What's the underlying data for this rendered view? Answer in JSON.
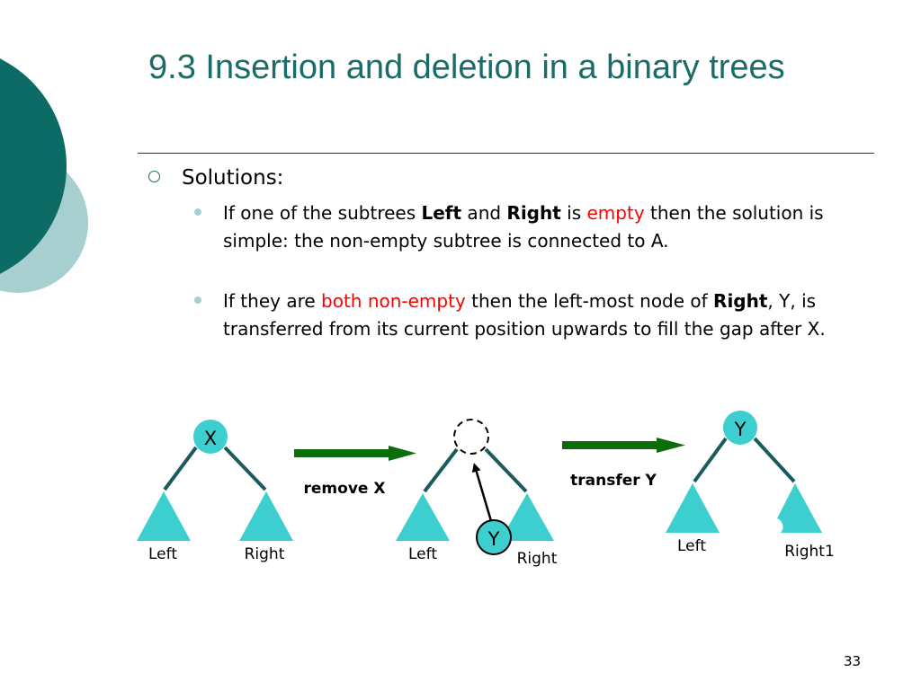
{
  "slide": {
    "title": "9.3 Insertion and deletion in a binary trees",
    "page_number": "33",
    "colors": {
      "title": "#1b6b6b",
      "deco_dark": "#0d6b66",
      "deco_light": "#a7cfd0",
      "node": "#3dcfcf",
      "arrow": "#0b6e0b",
      "emphasis": "#ff0000"
    }
  },
  "bullets": {
    "level1": "Solutions:",
    "b1": {
      "p1": "If one of the subtrees ",
      "left": "Left",
      "p2": " and ",
      "right": "Right",
      "p3": " is ",
      "empty": "empty",
      "p4": " then the solution is simple: the non-empty subtree is connected to A."
    },
    "b2": {
      "p1": "If they are ",
      "both": "both non-empty",
      "p2": " then the left-most node of ",
      "right": "Right",
      "p3": ", Y, is transferred from its current position upwards to fill the gap after X."
    }
  },
  "diagram": {
    "tree1": {
      "node": "X",
      "left": "Left",
      "right": "Right"
    },
    "arrow1_label": "remove X",
    "tree2": {
      "node_y": "Y",
      "left": "Left",
      "right": "Right"
    },
    "arrow2_label": "transfer Y",
    "tree3": {
      "node": "Y",
      "left": "Left",
      "right": "Right1"
    }
  }
}
